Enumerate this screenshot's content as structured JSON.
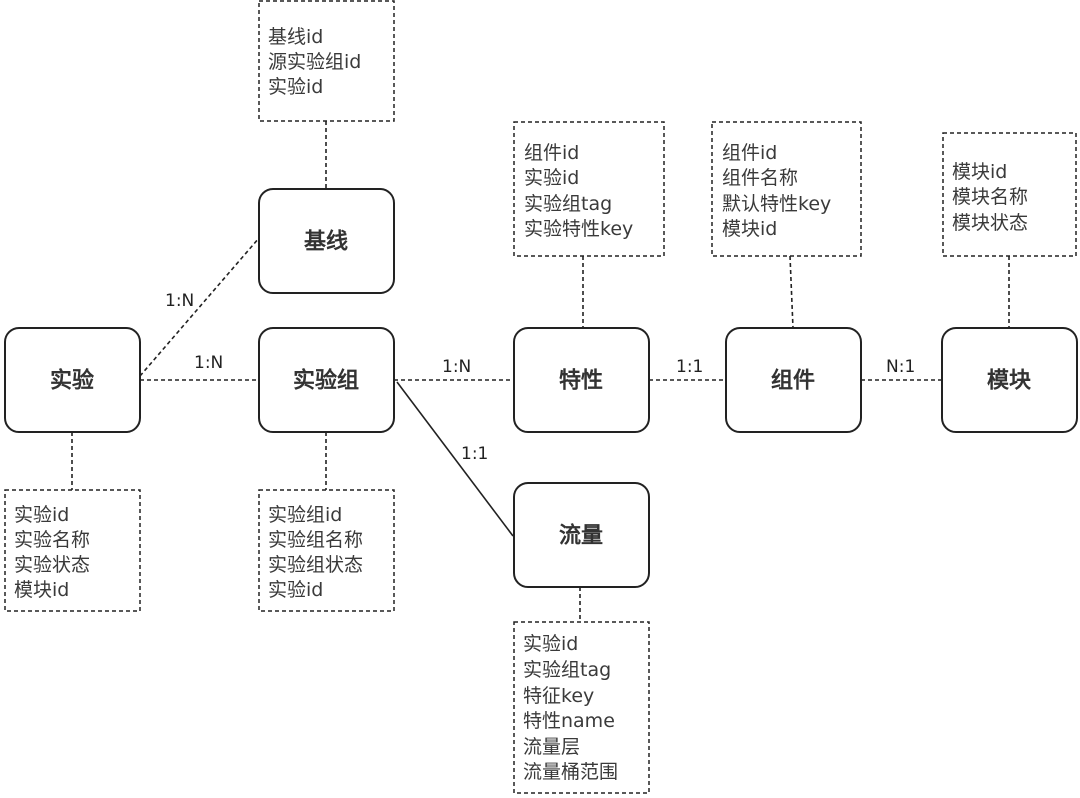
{
  "entities": {
    "experiment": "实验",
    "baseline": "基线",
    "group": "实验组",
    "feature": "特性",
    "component": "组件",
    "module": "模块",
    "traffic": "流量"
  },
  "attributes": {
    "baseline": [
      "基线id",
      "源实验组id",
      "实验id"
    ],
    "feature": [
      "组件id",
      "实验id",
      "实验组tag",
      "实验特性key"
    ],
    "component": [
      "组件id",
      "组件名称",
      "默认特性key",
      "模块id"
    ],
    "module": [
      "模块id",
      "模块名称",
      "模块状态"
    ],
    "experiment": [
      "实验id",
      "实验名称",
      "实验状态",
      "模块id"
    ],
    "group": [
      "实验组id",
      "实验组名称",
      "实验组状态",
      "实验id"
    ],
    "traffic": [
      "实验id",
      "实验组tag",
      "特征key",
      "特性name",
      "流量层",
      "流量桶范围"
    ]
  },
  "relations": {
    "experiment_baseline": "1:N",
    "experiment_group": "1:N",
    "group_feature": "1:N",
    "group_traffic": "1:1",
    "feature_component": "1:1",
    "component_module": "N:1"
  },
  "colors": {
    "stroke": "#222222",
    "text": "#333333",
    "background": "#ffffff"
  }
}
